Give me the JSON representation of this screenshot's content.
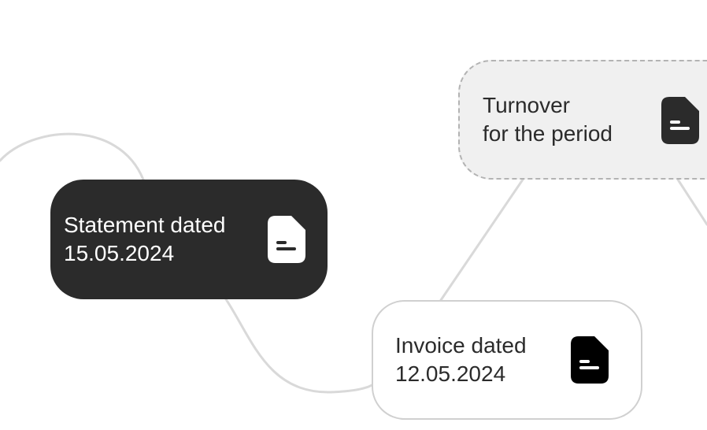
{
  "diagram": {
    "nodes": [
      {
        "id": "statement",
        "label": "Statement dated\n15.05.2024",
        "style": "dark",
        "icon": "document-icon"
      },
      {
        "id": "turnover",
        "label": "Turnover\nfor the period",
        "style": "dashed",
        "icon": "document-icon"
      },
      {
        "id": "invoice",
        "label": "Invoice dated\n12.05.2024",
        "style": "light",
        "icon": "document-icon"
      }
    ],
    "edges": [
      {
        "from": "statement",
        "to": "offscreen-left"
      },
      {
        "from": "statement",
        "to": "invoice"
      },
      {
        "from": "invoice",
        "to": "turnover"
      },
      {
        "from": "turnover",
        "to": "offscreen-right"
      }
    ]
  },
  "colors": {
    "dark_node": "#2b2b2b",
    "dashed_node_fill": "#f0f0f0",
    "dashed_border": "#b3b3b3",
    "light_node_border": "#d0d0d0",
    "connector": "#d9d9d9",
    "icon_dark": "#000000",
    "icon_light": "#ffffff"
  }
}
